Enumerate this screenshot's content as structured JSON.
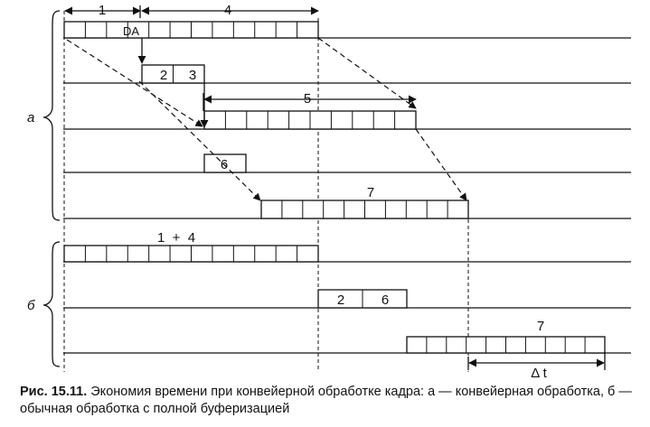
{
  "groups": {
    "a": "а",
    "b": "б"
  },
  "labels": {
    "span1": "1",
    "span4": "4",
    "da": "DA",
    "box2": "2",
    "box3": "3",
    "span5": "5",
    "box6": "6",
    "span7": "7",
    "span14": "1  +  4",
    "b_box2": "2",
    "b_box6": "6",
    "b_span7": "7",
    "delta": "Δ t"
  },
  "caption": {
    "number": "Рис. 15.11.",
    "text": " Экономия времени при конвейерной обработке кадра: а — конвейерная обработка, б — обычная обработка с полной буферизацией"
  }
}
